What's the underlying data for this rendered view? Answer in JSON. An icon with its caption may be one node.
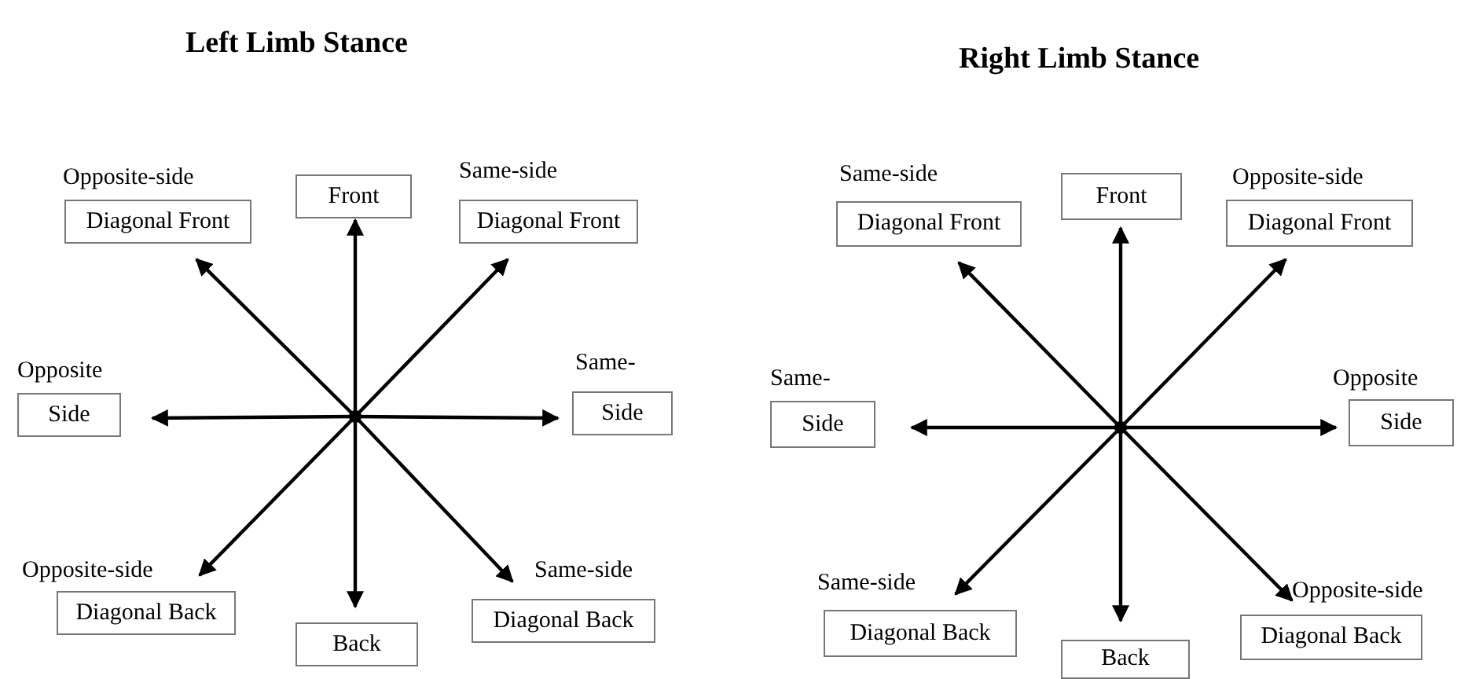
{
  "diagram": {
    "nodes": [
      {
        "text": [
          "Opposite-side",
          "Diagonal Front"
        ]
      },
      {
        "text": [
          "Front"
        ]
      },
      {
        "text": [
          "Same-side",
          "Diagonal Front"
        ]
      },
      {
        "text": [
          "Opposite",
          "Side"
        ]
      },
      {
        "text": [
          "Same-",
          "Side"
        ]
      },
      {
        "text": [
          "Opposite-side",
          "Diagonal Back"
        ]
      },
      {
        "text": [
          "Back"
        ]
      },
      {
        "text": [
          "Same-side",
          "Diagonal Back"
        ]
      },
      {
        "text": [],
        "shape": "circle"
      },
      {
        "text": [
          "Same-side",
          "Diagonal Front"
        ]
      },
      {
        "text": [
          "Front"
        ]
      },
      {
        "text": [
          "Opposite-side",
          "Diagonal Front"
        ]
      },
      {
        "text": [
          "Same-",
          "Side"
        ]
      },
      {
        "text": [
          "Opposite",
          "Side"
        ]
      },
      {
        "text": [
          "Same-side",
          "Diagonal Back"
        ]
      },
      {
        "text": [
          "Back"
        ]
      },
      {
        "text": [
          "Opposite-side",
          "Diagonal Back"
        ]
      },
      {
        "text": [],
        "shape": "circle"
      }
    ],
    "edges": [
      {
        "from": 8,
        "to": 0,
        "arrow": "to"
      },
      {
        "from": 8,
        "to": 1,
        "arrow": "to"
      },
      {
        "from": 8,
        "to": 2,
        "arrow": "to"
      },
      {
        "from": 8,
        "to": 3,
        "arrow": "to"
      },
      {
        "from": 8,
        "to": 4,
        "arrow": "to"
      },
      {
        "from": 8,
        "to": 5,
        "arrow": "to"
      },
      {
        "from": 8,
        "to": 6,
        "arrow": "to"
      },
      {
        "from": 8,
        "to": 7,
        "arrow": "to"
      },
      {
        "from": 17,
        "to": 9,
        "arrow": "to"
      },
      {
        "from": 17,
        "to": 10,
        "arrow": "to"
      },
      {
        "from": 17,
        "to": 11,
        "arrow": "to"
      },
      {
        "from": 17,
        "to": 12,
        "arrow": "to"
      },
      {
        "from": 17,
        "to": 13,
        "arrow": "to"
      },
      {
        "from": 17,
        "to": 14,
        "arrow": "to"
      },
      {
        "from": 17,
        "to": 15,
        "arrow": "to"
      },
      {
        "from": 17,
        "to": 16,
        "arrow": "to"
      }
    ],
    "labels": [
      "Left Limb Stance",
      "Right Limb Stance"
    ]
  }
}
